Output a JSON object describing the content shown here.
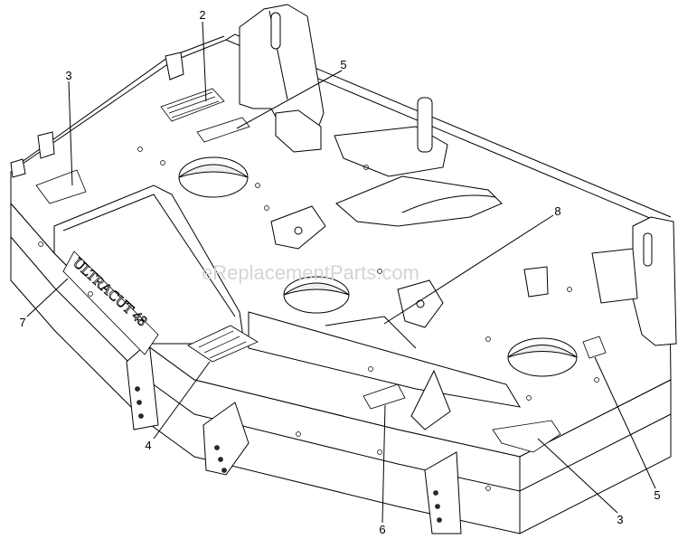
{
  "watermark": "eReplacementParts.com",
  "deck_logo": "ULTRACUT 48",
  "callouts": [
    {
      "id": "c2a",
      "label": "2"
    },
    {
      "id": "c3a",
      "label": "3"
    },
    {
      "id": "c5a",
      "label": "5"
    },
    {
      "id": "c8",
      "label": "8"
    },
    {
      "id": "c7",
      "label": "7"
    },
    {
      "id": "c4",
      "label": "4"
    },
    {
      "id": "c6",
      "label": "6"
    },
    {
      "id": "c3b",
      "label": "3"
    },
    {
      "id": "c5b",
      "label": "5"
    }
  ]
}
